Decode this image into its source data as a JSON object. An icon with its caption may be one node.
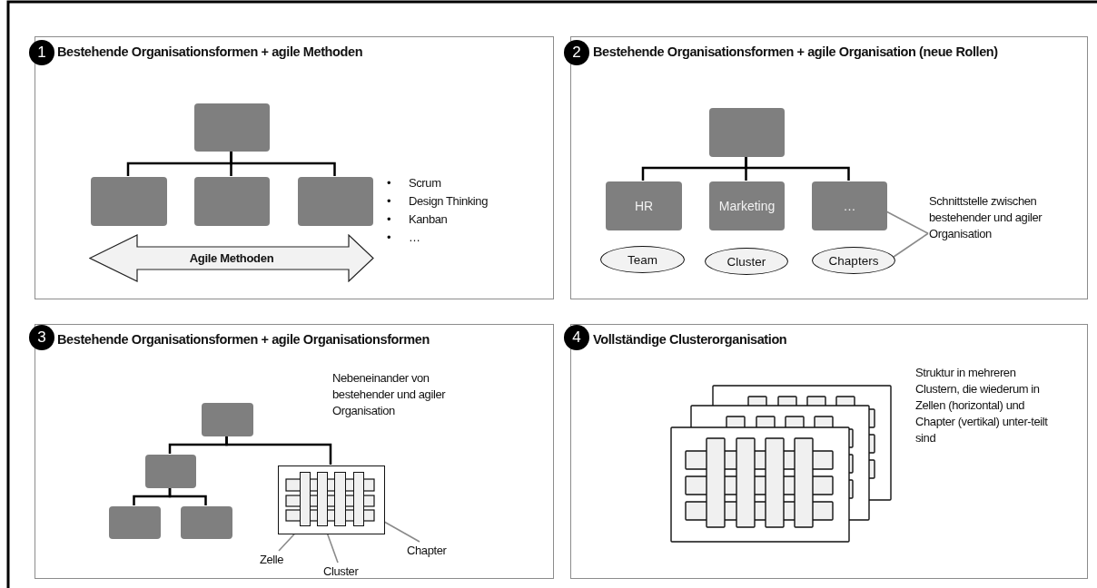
{
  "diagram": {
    "nodes": [
      {
        "text": [
          "Bestehende Organisationsformen + agile Methoden"
        ]
      },
      {
        "text": [
          "1"
        ]
      },
      {
        "text": [],
        "shape": "box",
        "in": 0
      },
      {
        "text": [],
        "shape": "box",
        "in": 0
      },
      {
        "text": [],
        "shape": "box",
        "in": 0
      },
      {
        "text": [],
        "shape": "box",
        "in": 0
      },
      {
        "text": [
          "Agile Methoden"
        ],
        "in": 0
      },
      {
        "text": [
          "Bestehende Organisationsformen + agile Organisation (neue Rollen)"
        ]
      },
      {
        "text": [
          "2"
        ]
      },
      {
        "text": [],
        "shape": "box",
        "in": 7
      },
      {
        "text": [
          "HR"
        ],
        "in": 7
      },
      {
        "text": [
          "Marketing"
        ],
        "in": 7
      },
      {
        "text": [
          "…"
        ],
        "in": 7
      },
      {
        "text": [
          "Team"
        ],
        "in": 7
      },
      {
        "text": [
          "Cluster"
        ],
        "in": 7
      },
      {
        "text": [
          "Chapters"
        ],
        "in": 7
      },
      {
        "text": [
          "Schnittstelle zwischen bestehender und agiler Organisation"
        ],
        "in": 7
      },
      {
        "text": [
          "Bestehende Organisationsformen + agile Organisationsformen"
        ]
      },
      {
        "text": [
          "3"
        ]
      },
      {
        "text": [],
        "shape": "box",
        "in": 17
      },
      {
        "text": [],
        "shape": "box",
        "in": 17
      },
      {
        "text": [],
        "shape": "box",
        "in": 17
      },
      {
        "text": [],
        "shape": "box",
        "in": 17
      },
      {
        "text": [],
        "shape": "box",
        "in": 17
      },
      {
        "text": [],
        "shape": "bar",
        "in": 23
      },
      {
        "text": [],
        "shape": "bar",
        "in": 23
      },
      {
        "text": [],
        "shape": "bar",
        "in": 23
      },
      {
        "text": [],
        "shape": "bar",
        "in": 23
      },
      {
        "text": [
          "Zelle"
        ],
        "in": 17
      },
      {
        "text": [
          "Cluster"
        ],
        "in": 17
      },
      {
        "text": [
          "Chapter"
        ],
        "in": 17
      },
      {
        "text": [
          "Vollständige Clusterorganisation"
        ]
      },
      {
        "text": [
          "4"
        ]
      }
    ],
    "edges": [
      {
        "from": 2,
        "to": 3,
        "arrow": "none"
      },
      {
        "from": 2,
        "to": 4,
        "arrow": "none"
      },
      {
        "from": 2,
        "to": 5,
        "arrow": "none"
      },
      {
        "from": 9,
        "to": 10,
        "arrow": "none"
      },
      {
        "from": 9,
        "to": 11,
        "arrow": "none"
      },
      {
        "from": 9,
        "to": 12,
        "arrow": "none"
      },
      {
        "from": 16,
        "to": 12,
        "arrow": "none",
        "color": "#8a8a8a"
      },
      {
        "from": 16,
        "to": 15,
        "arrow": "none",
        "color": "#8a8a8a"
      },
      {
        "from": 19,
        "to": 20,
        "arrow": "none"
      },
      {
        "from": 19,
        "to": 23,
        "arrow": "none"
      },
      {
        "from": 20,
        "to": 21,
        "arrow": "none"
      },
      {
        "from": 20,
        "to": 22,
        "arrow": "none"
      },
      {
        "from": 28,
        "to": 24,
        "arrow": "none",
        "color": "#8a8a8a"
      },
      {
        "from": 29,
        "to": 23,
        "arrow": "none",
        "color": "#8a8a8a"
      },
      {
        "from": 30,
        "to": 23,
        "arrow": "none",
        "color": "#8a8a8a"
      }
    ],
    "labels": [
      "•",
      "Scrum",
      "•",
      "Design Thinking",
      "•",
      "Kanban",
      "•",
      "…",
      "Nebeneinander von bestehender und agiler Organisation",
      "Struktur in mehreren Clustern, die wiederum in Zellen (horizontal) und Chapter (vertikal) unter-teilt sind"
    ]
  }
}
